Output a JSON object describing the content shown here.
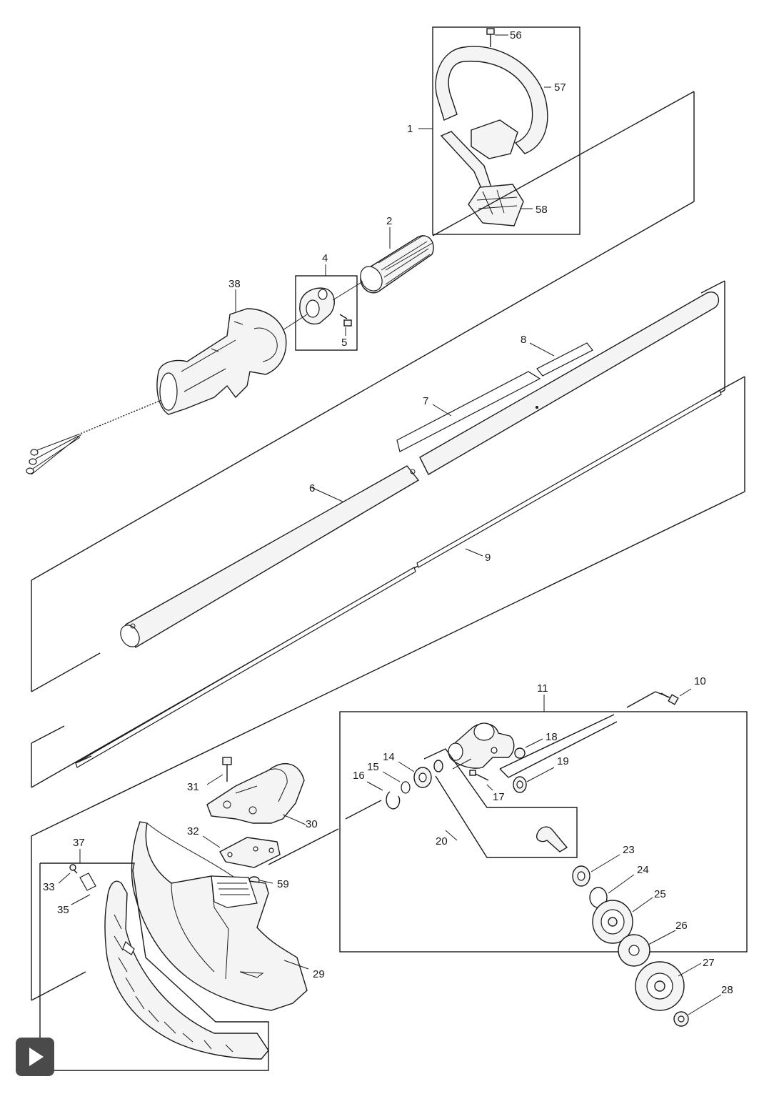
{
  "callouts": {
    "c1": "1",
    "c2": "2",
    "c4": "4",
    "c5": "5",
    "c6": "6",
    "c7": "7",
    "c8": "8",
    "c9": "9",
    "c10": "10",
    "c11": "11",
    "c14": "14",
    "c15": "15",
    "c16": "16",
    "c17": "17",
    "c18": "18",
    "c19": "19",
    "c20": "20",
    "c23": "23",
    "c24": "24",
    "c25": "25",
    "c26": "26",
    "c27": "27",
    "c28": "28",
    "c29": "29",
    "c30": "30",
    "c31": "31",
    "c32": "32",
    "c33": "33",
    "c35": "35",
    "c37": "37",
    "c38": "38",
    "c56": "56",
    "c57": "57",
    "c58": "58",
    "c59": "59"
  },
  "controls": {
    "play_icon": "play-icon"
  }
}
